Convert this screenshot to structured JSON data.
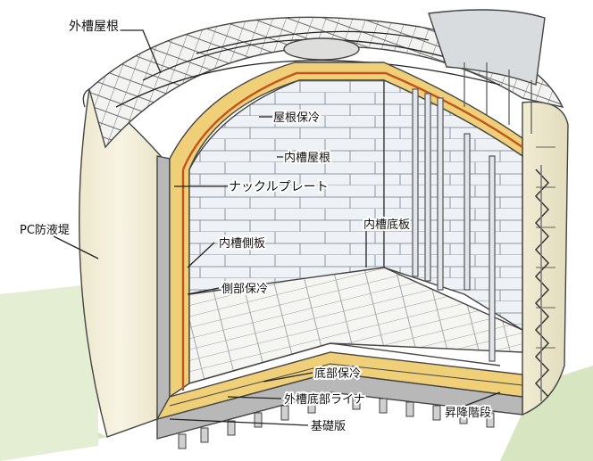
{
  "labels": {
    "outer_roof": "外槽屋根",
    "roof_insulation": "屋根保冷",
    "inner_roof": "内槽屋根",
    "knuckle_plate": "ナックルプレート",
    "inner_bottom_plate": "内槽底板",
    "pc_dike": "PC防液堤",
    "inner_side_plate": "内槽側板",
    "side_insulation": "側部保冷",
    "bottom_insulation": "底部保冷",
    "outer_bottom_liner": "外槽底部ライナ",
    "foundation_slab": "基礎版",
    "stairway": "昇降階段"
  },
  "colors": {
    "ground_green": "#d7e6c0",
    "pc_wall": "#f4efd9",
    "insulation": "#efcf78",
    "inner_liner": "#c4541f",
    "concrete": "#b8b8b8",
    "brick": "#ecf0f4",
    "floor": "#f4f5f1"
  }
}
